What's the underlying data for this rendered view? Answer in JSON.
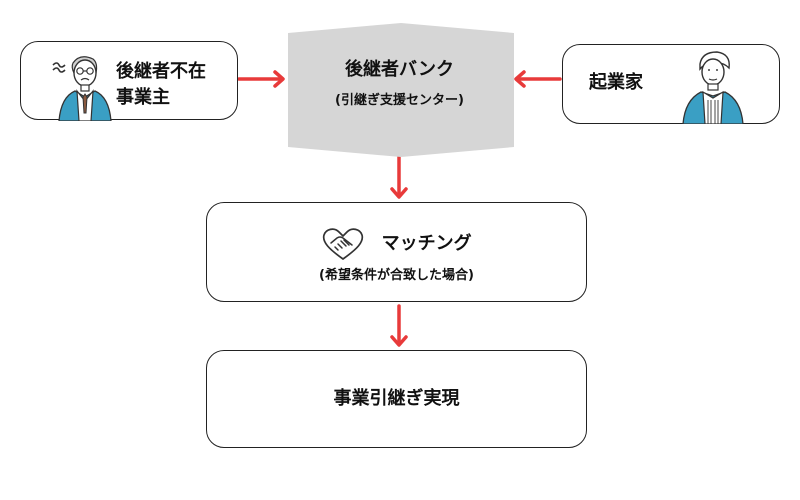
{
  "owner": {
    "line1": "後継者不在",
    "line2": "事業主"
  },
  "bank": {
    "title": "後継者バンク",
    "subtitle": "(引継ぎ支援センター)"
  },
  "founder": {
    "label": "起業家"
  },
  "matching": {
    "title": "マッチング",
    "subtitle": "(希望条件が合致した場合)"
  },
  "result": {
    "label": "事業引継ぎ実現"
  },
  "icons": {
    "owner": "worried-elderly-man-icon",
    "founder": "young-businessman-icon",
    "matching": "handshake-heart-icon"
  },
  "colors": {
    "arrow": "#e83a3a",
    "bank_fill": "#d6d6d6",
    "border": "#222222",
    "person_suit": "#3a9fc4"
  }
}
